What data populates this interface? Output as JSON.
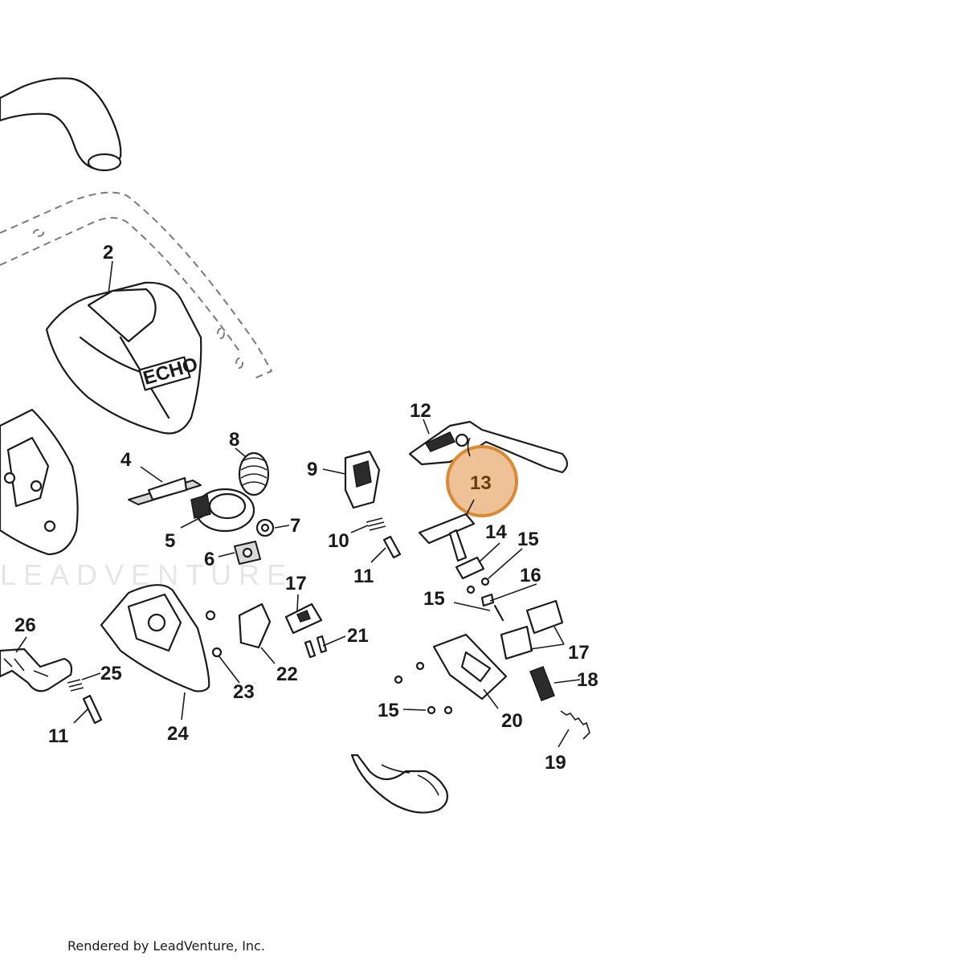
{
  "diagram": {
    "watermark": "LEADVENTURE",
    "brand_label": "ECHO",
    "footer": "Rendered by LeadVenture, Inc.",
    "highlight": {
      "part_number": "13",
      "color": "#efc197",
      "border_color": "#d98a34"
    },
    "callouts": {
      "c2": "2",
      "c4": "4",
      "c5": "5",
      "c6": "6",
      "c7": "7",
      "c8": "8",
      "c9": "9",
      "c10": "10",
      "c11a": "11",
      "c11b": "11",
      "c12": "12",
      "c14": "14",
      "c15a": "15",
      "c15b": "15",
      "c15c": "15",
      "c16": "16",
      "c17a": "17",
      "c17b": "17",
      "c18": "18",
      "c19": "19",
      "c20": "20",
      "c21": "21",
      "c22": "22",
      "c23": "23",
      "c24": "24",
      "c25": "25",
      "c26": "26"
    }
  }
}
